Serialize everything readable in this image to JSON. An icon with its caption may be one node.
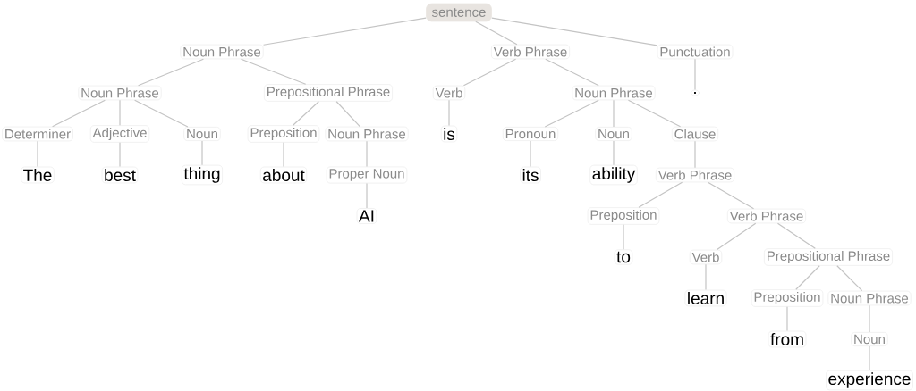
{
  "diagram": {
    "nodes": [
      {
        "text": [
          "sentence"
        ]
      },
      {
        "text": [
          "Noun Phrase"
        ]
      },
      {
        "text": [
          "Verb Phrase"
        ]
      },
      {
        "text": [
          "Punctuation"
        ]
      },
      {
        "text": [
          "Noun Phrase"
        ]
      },
      {
        "text": [
          "Prepositional Phrase"
        ]
      },
      {
        "text": [
          "Verb"
        ]
      },
      {
        "text": [
          "Noun Phrase"
        ]
      },
      {
        "text": [
          "."
        ]
      },
      {
        "text": [
          "Determiner"
        ]
      },
      {
        "text": [
          "Adjective"
        ]
      },
      {
        "text": [
          "Noun"
        ]
      },
      {
        "text": [
          "Preposition"
        ]
      },
      {
        "text": [
          "Noun Phrase"
        ]
      },
      {
        "text": [
          "is"
        ]
      },
      {
        "text": [
          "Pronoun"
        ]
      },
      {
        "text": [
          "Noun"
        ]
      },
      {
        "text": [
          "Clause"
        ]
      },
      {
        "text": [
          "The"
        ]
      },
      {
        "text": [
          "best"
        ]
      },
      {
        "text": [
          "thing"
        ]
      },
      {
        "text": [
          "about"
        ]
      },
      {
        "text": [
          "Proper Noun"
        ]
      },
      {
        "text": [
          "its"
        ]
      },
      {
        "text": [
          "ability"
        ]
      },
      {
        "text": [
          "Verb Phrase"
        ]
      },
      {
        "text": [
          "AI"
        ]
      },
      {
        "text": [
          "Preposition"
        ]
      },
      {
        "text": [
          "Verb Phrase"
        ]
      },
      {
        "text": [
          "to"
        ]
      },
      {
        "text": [
          "Verb"
        ]
      },
      {
        "text": [
          "Prepositional Phrase"
        ]
      },
      {
        "text": [
          "learn"
        ]
      },
      {
        "text": [
          "Preposition"
        ]
      },
      {
        "text": [
          "Noun Phrase"
        ]
      },
      {
        "text": [
          "from"
        ]
      },
      {
        "text": [
          "Noun"
        ]
      },
      {
        "text": [
          "experience"
        ]
      }
    ],
    "edges": [
      {
        "from": 0,
        "to": 1,
        "arrow": "none"
      },
      {
        "from": 0,
        "to": 2,
        "arrow": "none"
      },
      {
        "from": 0,
        "to": 3,
        "arrow": "none"
      },
      {
        "from": 1,
        "to": 4,
        "arrow": "none"
      },
      {
        "from": 1,
        "to": 5,
        "arrow": "none"
      },
      {
        "from": 2,
        "to": 6,
        "arrow": "none"
      },
      {
        "from": 2,
        "to": 7,
        "arrow": "none"
      },
      {
        "from": 3,
        "to": 8,
        "arrow": "none"
      },
      {
        "from": 4,
        "to": 9,
        "arrow": "none"
      },
      {
        "from": 4,
        "to": 10,
        "arrow": "none"
      },
      {
        "from": 4,
        "to": 11,
        "arrow": "none"
      },
      {
        "from": 5,
        "to": 12,
        "arrow": "none"
      },
      {
        "from": 5,
        "to": 13,
        "arrow": "none"
      },
      {
        "from": 6,
        "to": 14,
        "arrow": "none"
      },
      {
        "from": 7,
        "to": 15,
        "arrow": "none"
      },
      {
        "from": 7,
        "to": 16,
        "arrow": "none"
      },
      {
        "from": 7,
        "to": 17,
        "arrow": "none"
      },
      {
        "from": 9,
        "to": 18,
        "arrow": "none"
      },
      {
        "from": 10,
        "to": 19,
        "arrow": "none"
      },
      {
        "from": 11,
        "to": 20,
        "arrow": "none"
      },
      {
        "from": 12,
        "to": 21,
        "arrow": "none"
      },
      {
        "from": 13,
        "to": 22,
        "arrow": "none"
      },
      {
        "from": 15,
        "to": 23,
        "arrow": "none"
      },
      {
        "from": 16,
        "to": 24,
        "arrow": "none"
      },
      {
        "from": 17,
        "to": 25,
        "arrow": "none"
      },
      {
        "from": 22,
        "to": 26,
        "arrow": "none"
      },
      {
        "from": 25,
        "to": 27,
        "arrow": "none"
      },
      {
        "from": 25,
        "to": 28,
        "arrow": "none"
      },
      {
        "from": 27,
        "to": 29,
        "arrow": "none"
      },
      {
        "from": 28,
        "to": 30,
        "arrow": "none"
      },
      {
        "from": 28,
        "to": 31,
        "arrow": "none"
      },
      {
        "from": 30,
        "to": 32,
        "arrow": "none"
      },
      {
        "from": 31,
        "to": 33,
        "arrow": "none"
      },
      {
        "from": 31,
        "to": 34,
        "arrow": "none"
      },
      {
        "from": 33,
        "to": 35,
        "arrow": "none"
      },
      {
        "from": 34,
        "to": 36,
        "arrow": "none"
      },
      {
        "from": 36,
        "to": 37,
        "arrow": "none"
      }
    ]
  }
}
